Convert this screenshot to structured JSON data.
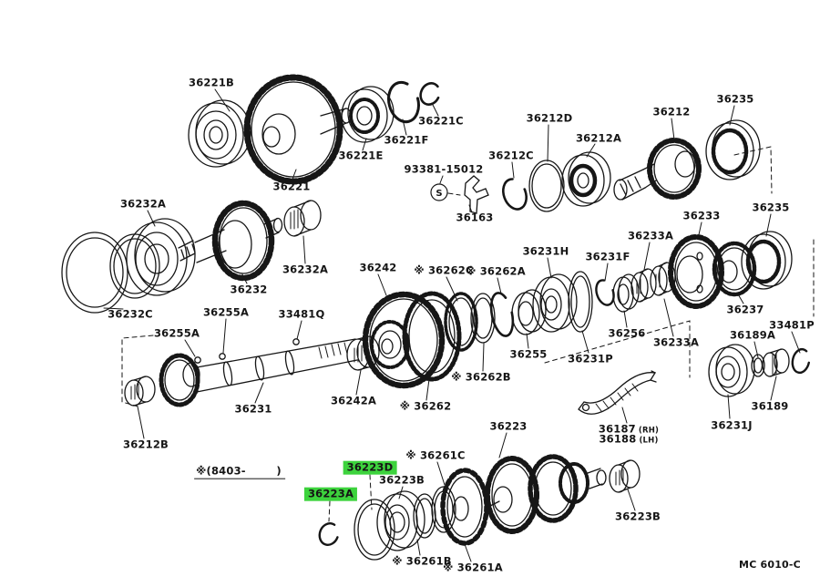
{
  "figure": {
    "code": "MC 6010-C",
    "production_note": "※(8403-        )",
    "s_mark": "S"
  },
  "colors": {
    "highlight": "#3dd33d",
    "ink": "#161616"
  },
  "labels": [
    {
      "text": "36221B"
    },
    {
      "text": "36221"
    },
    {
      "text": "36221E"
    },
    {
      "text": "36221F"
    },
    {
      "text": "36221C"
    },
    {
      "text": "93381-15012"
    },
    {
      "text": "36163"
    },
    {
      "text": "36212C"
    },
    {
      "text": "36212D"
    },
    {
      "text": "36212A"
    },
    {
      "text": "36212"
    },
    {
      "text": "36235"
    },
    {
      "text": "36232A"
    },
    {
      "text": "36232"
    },
    {
      "text": "36232A"
    },
    {
      "text": "36232C"
    },
    {
      "text": "36255A"
    },
    {
      "text": "33481Q"
    },
    {
      "text": "36255A"
    },
    {
      "text": "36242"
    },
    {
      "text": "※ 36262C"
    },
    {
      "text": "※ 36262A"
    },
    {
      "text": "36231H"
    },
    {
      "text": "36231F"
    },
    {
      "text": "36233A"
    },
    {
      "text": "36233"
    },
    {
      "text": "36235"
    },
    {
      "text": "36256"
    },
    {
      "text": "36233A"
    },
    {
      "text": "36237"
    },
    {
      "text": "33481P"
    },
    {
      "text": "36189A"
    },
    {
      "text": "36255"
    },
    {
      "text": "※ 36262B"
    },
    {
      "text": "※ 36262"
    },
    {
      "text": "36242A"
    },
    {
      "text": "36231"
    },
    {
      "text": "36212B"
    },
    {
      "text": "36231P"
    },
    {
      "text": "36187",
      "suffix": "(RH)"
    },
    {
      "text": "36188",
      "suffix": "(LH)"
    },
    {
      "text": "36231J"
    },
    {
      "text": "36189"
    },
    {
      "text": "36223"
    },
    {
      "text": "※ 36261C"
    },
    {
      "text": "36223D",
      "highlighted": true
    },
    {
      "text": "36223B"
    },
    {
      "text": "36223A",
      "highlighted": true
    },
    {
      "text": "※ 36261B"
    },
    {
      "text": "※ 36261A"
    },
    {
      "text": "36223B"
    }
  ]
}
